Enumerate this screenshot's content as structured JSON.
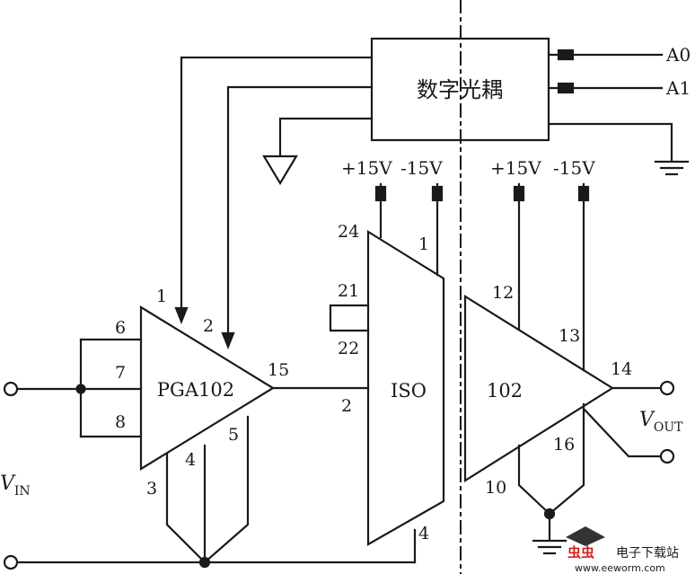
{
  "optocoupler": {
    "label": "数字光耦"
  },
  "inputs": {
    "a0": "A0",
    "a1": "A1"
  },
  "pga": {
    "label": "PGA102",
    "pins": {
      "p1": "1",
      "p2": "2",
      "p3": "3",
      "p4": "4",
      "p5": "5",
      "p6": "6",
      "p7": "7",
      "p8": "8",
      "p15": "15"
    }
  },
  "iso": {
    "label": "ISO",
    "supply_pos": "+15V",
    "supply_neg": "-15V",
    "pins": {
      "p24": "24",
      "p1": "1",
      "p21": "21",
      "p22": "22",
      "p2": "2",
      "p4": "4"
    }
  },
  "amp": {
    "label": "102",
    "supply_pos": "+15V",
    "supply_neg": "-15V",
    "pins": {
      "p12": "12",
      "p13": "13",
      "p14": "14",
      "p16": "16",
      "p10": "10"
    }
  },
  "signals": {
    "vin_main": "V",
    "vin_sub": "IN",
    "vout_main": "V",
    "vout_sub": "OUT"
  },
  "watermark": {
    "brand": "电子下载站",
    "url": "www.eeworm.com"
  }
}
